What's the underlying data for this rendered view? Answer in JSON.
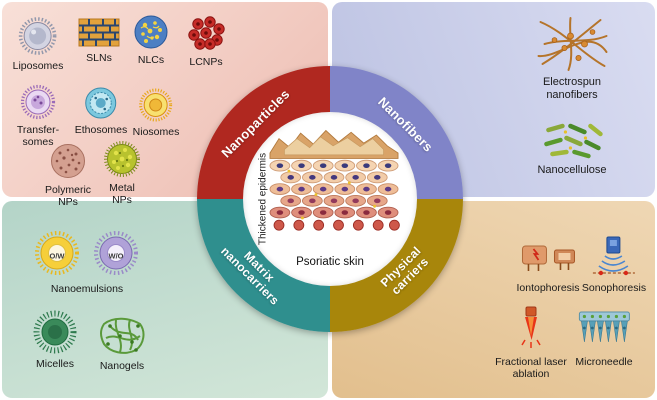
{
  "ring": {
    "segments": [
      {
        "label": "Nanoparticles",
        "color": "#b02820"
      },
      {
        "label": "Nanofibers",
        "color": "#8084c8"
      },
      {
        "label": "Matrix nanocarriers",
        "color": "#2f8f8e"
      },
      {
        "label": "Physical carriers",
        "color": "#a8860b"
      }
    ]
  },
  "center": {
    "thickened_epidermis": "Thickened epidermis",
    "psoriatic_skin": "Psoriatic skin"
  },
  "nanoparticles_quadrant": {
    "color": "#f0c3b8",
    "items": {
      "liposomes": "Liposomes",
      "slns": "SLNs",
      "nlcs": "NLCs",
      "lcnps": "LCNPs",
      "transfersomes": "Transfer-somes",
      "ethosomes": "Ethosomes",
      "niosomes": "Niosomes",
      "polymeric_nps": "Polymeric NPs",
      "metal_nps": "Metal NPs"
    }
  },
  "nanofibers_quadrant": {
    "color": "#c6cae8",
    "items": {
      "electrospun": "Electrospun nanofibers",
      "nanocellulose": "Nanocellulose"
    }
  },
  "matrix_quadrant": {
    "color": "#bedacd",
    "items": {
      "ow": "O/W",
      "wo": "W/O",
      "nanoemulsions": "Nanoemulsions",
      "micelles": "Micelles",
      "nanogels": "Nanogels"
    }
  },
  "physical_quadrant": {
    "color": "#ead0a8",
    "items": {
      "iontophoresis": "Iontophoresis",
      "sonophoresis": "Sonophoresis",
      "fractional_laser": "Fractional laser ablation",
      "microneedle": "Microneedle"
    }
  }
}
